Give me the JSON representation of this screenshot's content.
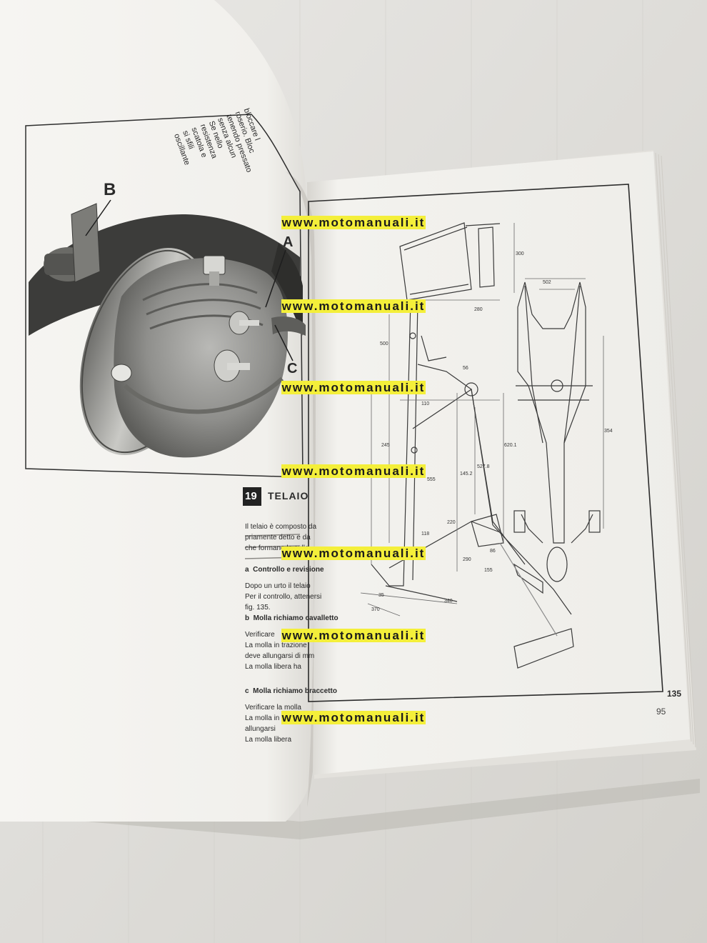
{
  "left_page": {
    "labels": {
      "b": "B",
      "a": "A",
      "c": "C"
    },
    "rotated_lines": [
      "bloccare l",
      "roserio. Bloc",
      "tenendo pressato",
      "senza alcun",
      "Se nello",
      "resistenza",
      "scatola e",
      "si sfili",
      "oscillante"
    ],
    "section": {
      "number": "19",
      "title": "TELAIO",
      "intro": [
        "Il telaio è composto da",
        "priamente detto e da",
        "che formano la culla"
      ],
      "items": [
        {
          "letter": "a",
          "heading": "Controllo e revisione",
          "lines": [
            "Dopo un urto il telaio",
            "Per il controllo, attenersi",
            "fig. 135."
          ]
        },
        {
          "letter": "b",
          "heading": "Molla richiamo cavalletto",
          "lines": [
            "Verificare",
            "La molla in trazione",
            "deve allungarsi di mm",
            "La molla libera ha"
          ]
        },
        {
          "letter": "c",
          "heading": "Molla richiamo braccetto",
          "lines": [
            "Verificare la molla",
            "La molla in trazione con",
            "allungarsi",
            "La molla libera"
          ]
        }
      ]
    }
  },
  "right_page": {
    "figure_number": "135",
    "page_number": "95",
    "dimensions": [
      "280",
      "300",
      "500",
      "502",
      "56",
      "110",
      "245",
      "620.1",
      "145.2",
      "527.8",
      "555",
      "354",
      "220",
      "118",
      "155",
      "86",
      "290",
      "340",
      "35",
      "370"
    ]
  },
  "watermark": {
    "text": "www.motomanuali.it",
    "count": 7
  }
}
